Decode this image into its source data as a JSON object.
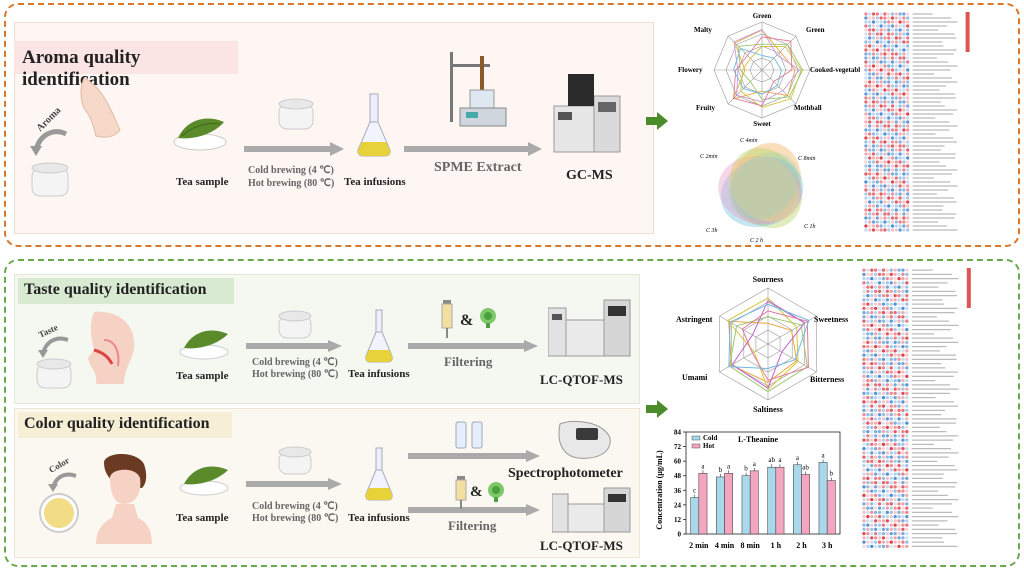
{
  "colors": {
    "aroma_border": "#d9782a",
    "taste_border": "#6aa84f",
    "aroma_title_bg": "#fbe4e4",
    "taste_title_bg": "#d9ead3",
    "color_title_bg": "#f6efd6",
    "cold": "#a8d8ea",
    "hot": "#f4a6c0",
    "arrow_green": "#4a8c2a"
  },
  "aroma": {
    "title": "Aroma quality identification",
    "sense_label": "Aroma",
    "tea_sample": "Tea sample",
    "brew_cold": "Cold brewing (4 ℃)",
    "brew_hot": "Hot brewing (80 ℃)",
    "infusions": "Tea infusions",
    "extract": "SPME Extract",
    "instrument": "GC-MS",
    "radar_axes": [
      "Green",
      "Green",
      "Cooked-vegetable",
      "Mothball",
      "Sweet",
      "Fruity",
      "Flowery",
      "Malty"
    ],
    "venn_labels": [
      "C 4min",
      "C 2min",
      "C 8min",
      "C 1h",
      "C 2 h",
      "C 3h"
    ]
  },
  "taste": {
    "title": "Taste quality identification",
    "sense_label": "Taste",
    "tea_sample": "Tea sample",
    "brew_cold": "Cold brewing (4 ℃)",
    "brew_hot": "Hot brewing (80 ℃)",
    "infusions": "Tea infusions",
    "filter": "Filtering",
    "amp": "&",
    "instrument": "LC-QTOF-MS",
    "radar_axes": [
      "Sourness",
      "Sweetness",
      "Bitterness",
      "Saltiness",
      "Umami",
      "Astringent"
    ]
  },
  "color": {
    "title": "Color quality identification",
    "sense_label": "Color",
    "tea_sample": "Tea sample",
    "brew_cold": "Cold brewing (4 ℃)",
    "brew_hot": "Hot brewing (80 ℃)",
    "infusions": "Tea infusions",
    "instrument_top": "Spectrophotometer",
    "filter": "Filtering",
    "amp": "&",
    "instrument_bottom": "LC-QTOF-MS"
  },
  "chart_data": {
    "type": "bar",
    "title": "L-Theanine",
    "ylabel": "Concentration (μg/mL)",
    "xlabel": "",
    "ylim": [
      0,
      80
    ],
    "yticks": [
      0,
      12,
      24,
      36,
      48,
      60,
      72,
      84
    ],
    "categories": [
      "2 min",
      "4 min",
      "8 min",
      "1 h",
      "2 h",
      "3 h"
    ],
    "legend": "top-left",
    "series": [
      {
        "name": "Cold",
        "color": "#a8d8ea",
        "values": [
          30,
          47,
          48,
          55,
          57,
          59
        ],
        "letters": [
          "c",
          "b",
          "b",
          "ab",
          "a",
          "a"
        ]
      },
      {
        "name": "Hot",
        "color": "#f4a6c0",
        "values": [
          50,
          50,
          52,
          55,
          49,
          44
        ],
        "letters": [
          "a",
          "a",
          "a",
          "a",
          "ab",
          "b"
        ]
      }
    ]
  }
}
